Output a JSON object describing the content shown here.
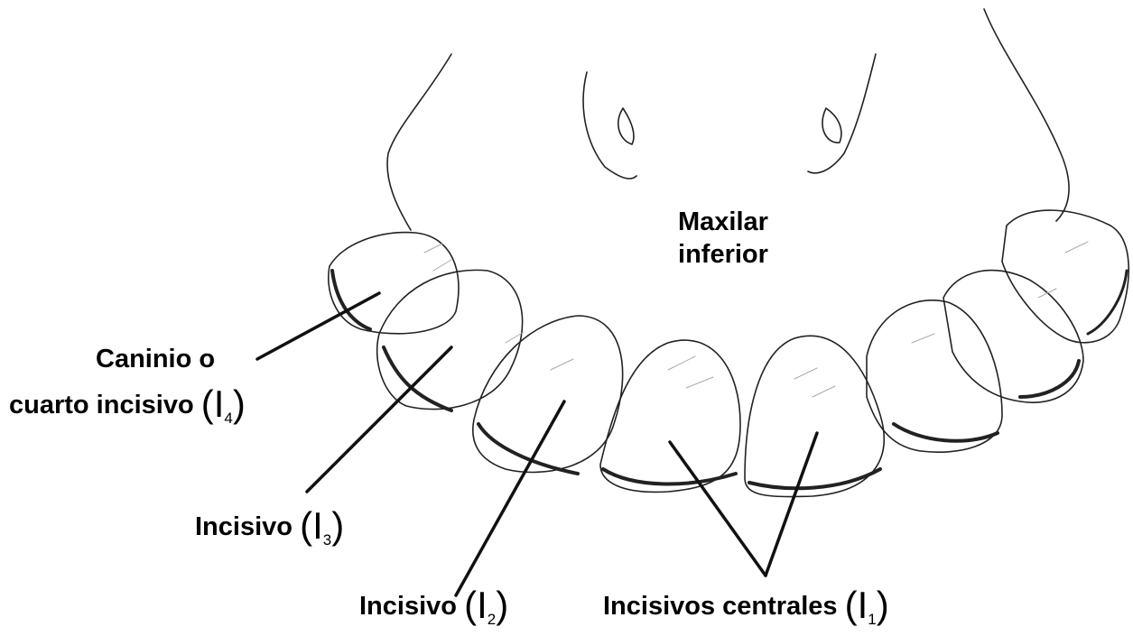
{
  "labels": {
    "maxilar_line1": "Maxilar",
    "maxilar_line2": "inferior",
    "canine_line1": "Caninio o",
    "canine_line2": "cuarto incisivo",
    "canine_sub": "4",
    "i3_text": "Incisivo",
    "i3_sub": "3",
    "i2_text": "Incisivo",
    "i2_sub": "2",
    "i1_text": "Incisivos centrales",
    "i1_sub": "1",
    "tooth_letter": "I"
  }
}
